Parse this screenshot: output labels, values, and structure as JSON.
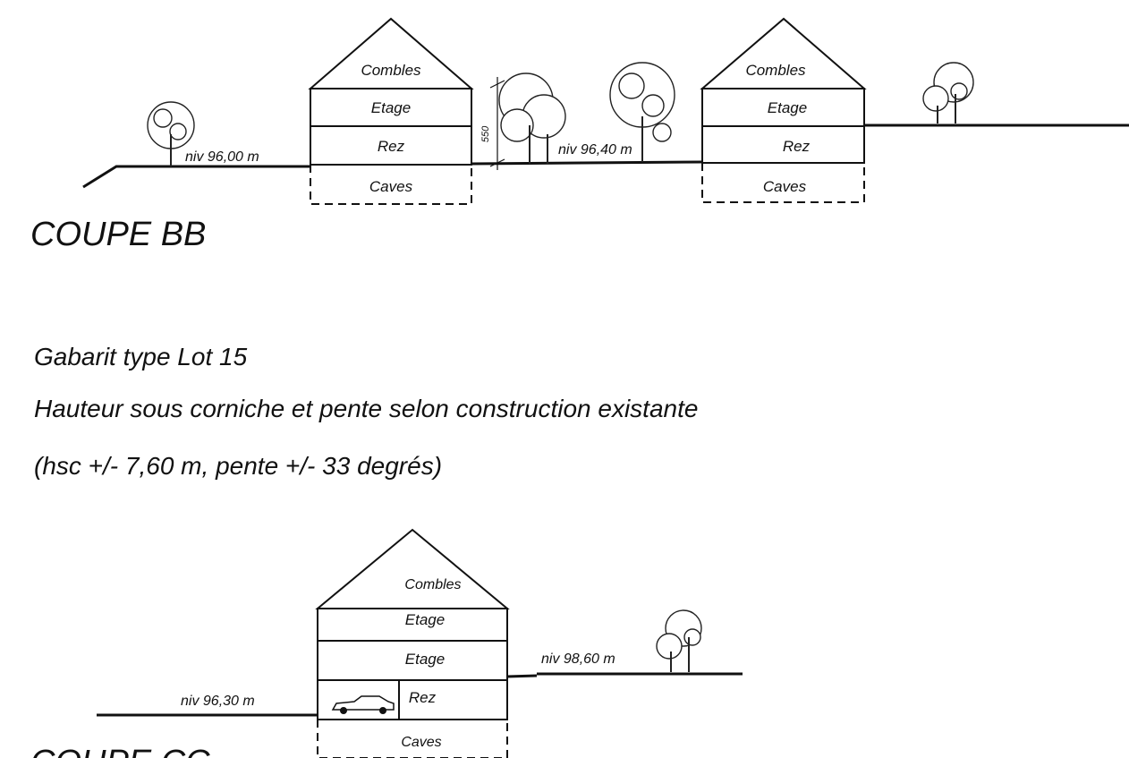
{
  "section_bb": {
    "title": "COUPE BB",
    "level_left": "niv 96,00 m",
    "level_middle": "niv 96,40 m",
    "dimension": "550",
    "house_left": {
      "attic": "Combles",
      "floor": "Etage",
      "ground": "Rez",
      "cellar": "Caves"
    },
    "house_right": {
      "attic": "Combles",
      "floor": "Etage",
      "ground": "Rez",
      "cellar": "Caves"
    }
  },
  "notes": {
    "line1": "Gabarit type Lot 15",
    "line2": "Hauteur sous corniche et pente selon construction existante",
    "line3": "(hsc +/-  7,60 m, pente +/- 33 degrés)"
  },
  "section_cc": {
    "title": "COUPE CC",
    "level_left": "niv 96,30 m",
    "level_right": "niv 98,60 m",
    "house": {
      "attic": "Combles",
      "floor_upper": "Etage",
      "floor_lower": "Etage",
      "ground": "Rez",
      "cellar": "Caves"
    }
  }
}
